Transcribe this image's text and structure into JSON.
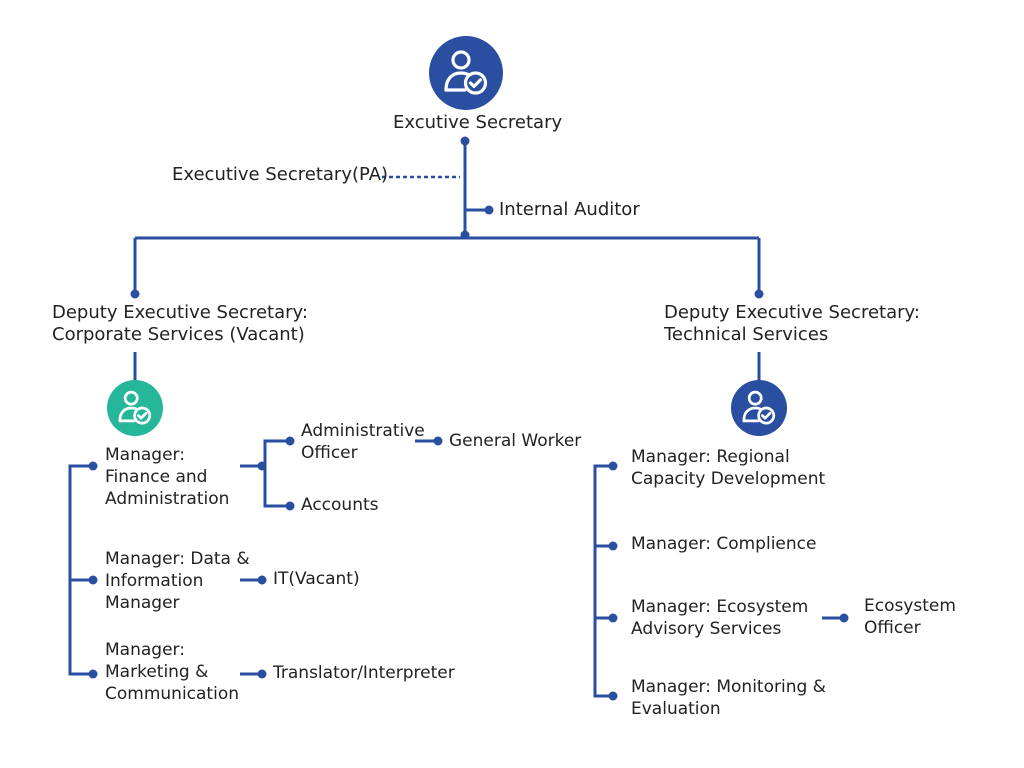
{
  "colors": {
    "line": "#2b4fa0",
    "avatar_blue": "#2b4fa0",
    "avatar_teal": "#26b79a",
    "icon_fg": "#ffffff",
    "text": "#222222"
  },
  "icons": [
    "user-check-icon",
    "user-check-icon",
    "user-check-icon"
  ],
  "nodes": {
    "executive_secretary": "Excutive Secretary",
    "pa": "Executive Secretary(PA)",
    "internal_auditor": "Internal Auditor",
    "deputy_corporate": "Deputy Executive Secretary:\nCorporate Services (Vacant)",
    "deputy_technical": "Deputy Executive Secretary:\nTechnical Services",
    "mgr_finance": "Manager:\nFinance and\nAdministration",
    "admin_officer": "Administrative\nOfficer",
    "general_worker": "General Worker",
    "accounts": "Accounts",
    "mgr_data": "Manager: Data &\nInformation\nManager",
    "it": "IT(Vacant)",
    "mgr_marketing": "Manager:\nMarketing &\nCommunication",
    "translator": "Translator/Interpreter",
    "mgr_regional": "Manager: Regional\nCapacity Development",
    "mgr_compliance": "Manager: Complience",
    "mgr_ecosystem": "Manager: Ecosystem\nAdvisory Services",
    "ecosystem_officer": "Ecosystem\nOfficer",
    "mgr_monitoring": "Manager: Monitoring &\nEvaluation"
  }
}
